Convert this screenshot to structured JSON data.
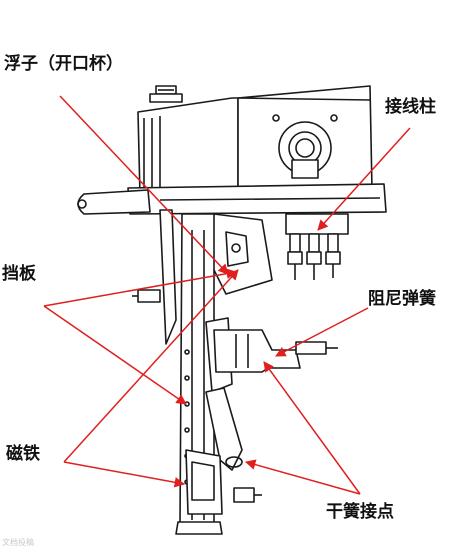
{
  "labels": {
    "float_cup": "浮子（开口杯）",
    "terminal": "接线柱",
    "baffle": "挡板",
    "damping_spring": "阻尼弹簧",
    "magnet": "磁铁",
    "reed_contact": "干簧接点"
  },
  "watermark": "文档投稿",
  "colors": {
    "arrow": "#e01f1f",
    "drawing": "#1a1a1a",
    "background": "#ffffff"
  }
}
